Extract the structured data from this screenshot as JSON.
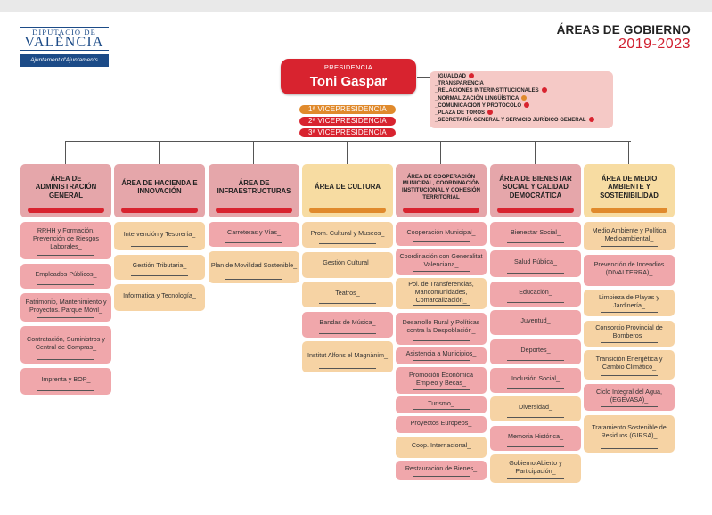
{
  "header": {
    "logo_line1": "DIPUTACIÓ DE",
    "logo_line2": "VALÈNCIA",
    "logo_line3": "Ajuntament d'Ajuntaments",
    "title": "ÁREAS DE GOBIERNO",
    "years": "2019-2023"
  },
  "presidency": {
    "label": "PRESIDENCIA",
    "name": "Toni Gaspar",
    "vice": [
      {
        "label": "1ª VICEPRESIDENCIA",
        "color": "#e08a2c"
      },
      {
        "label": "2ª VICEPRESIDENCIA",
        "color": "#d8232f"
      },
      {
        "label": "3ª VICEPRESIDENCIA",
        "color": "#d8232f"
      }
    ],
    "items": [
      {
        "label": "IGUALDAD",
        "color": "#d8232f"
      },
      {
        "label": "TRANSPARENCIA",
        "color": ""
      },
      {
        "label": "RELACIONES INTERINSTITUCIONALES",
        "color": "#d8232f"
      },
      {
        "label": "NORMALIZACIÓN LINGÜÍSTICA",
        "color": "#e08a2c"
      },
      {
        "label": "COMUNICACIÓN Y PROTOCOLO",
        "color": "#d8232f"
      },
      {
        "label": "PLAZA DE TOROS",
        "color": "#d8232f"
      },
      {
        "label": "SECRETARÍA GENERAL Y SERVICIO JURÍDICO GENERAL",
        "color": "#d8232f"
      }
    ]
  },
  "colors": {
    "red": "#d8232f",
    "orange": "#e08a2c",
    "pink_box": "#f0a7ab",
    "peach_box": "#f6d3a4",
    "header_pink": "#e5a6aa",
    "header_peach": "#f7dca2"
  },
  "areas": [
    {
      "label": "ÁREA DE ADMINISTRACIÓN GENERAL",
      "color": "red",
      "items": [
        {
          "label": "RRHH y Formación, Prevención de Riesgos Laborales",
          "color": "red"
        },
        {
          "label": "Empleados Públicos",
          "color": "red"
        },
        {
          "label": "Patrimonio, Mantenimiento y Proyectos. Parque Móvil",
          "color": "red"
        },
        {
          "label": "Contratación, Suministros y Central de Compras",
          "color": "red"
        },
        {
          "label": "Imprenta y BOP",
          "color": "red"
        }
      ]
    },
    {
      "label": "ÁREA DE HACIENDA E INNOVACIÓN",
      "color": "red",
      "items": [
        {
          "label": "Intervención y Tesorería",
          "color": "orange"
        },
        {
          "label": "Gestión Tributaria",
          "color": "orange"
        },
        {
          "label": "Informática y Tecnología",
          "color": "orange"
        }
      ]
    },
    {
      "label": "ÁREA DE INFRAESTRUCTURAS",
      "color": "red",
      "items": [
        {
          "label": "Carreteras y Vías",
          "color": "red"
        },
        {
          "label": "Plan de Movilidad Sostenible",
          "color": "orange"
        }
      ]
    },
    {
      "label": "ÁREA DE CULTURA",
      "color": "orange",
      "items": [
        {
          "label": "Prom. Cultural y Museos",
          "color": "orange"
        },
        {
          "label": "Gestión Cultural",
          "color": "orange"
        },
        {
          "label": "Teatros",
          "color": "orange"
        },
        {
          "label": "Bandas de Música",
          "color": "red"
        },
        {
          "label": "Institut Alfons el Magnànim",
          "color": "orange"
        }
      ]
    },
    {
      "label": "ÁREA DE COOPERACIÓN MUNICIPAL, COORDINACIÓN INSTITUCIONAL Y COHESIÓN TERRITORIAL",
      "color": "red",
      "items": [
        {
          "label": "Cooperación Municipal",
          "color": "red"
        },
        {
          "label": "Coordinación con Generalitat Valenciana",
          "color": "red"
        },
        {
          "label": "Pol. de Transferencias, Mancomunidades, Comarcalización",
          "color": "orange"
        },
        {
          "label": "Desarrollo Rural y Políticas contra la Despoblación",
          "color": "red"
        },
        {
          "label": "Asistencia a Municipios",
          "color": "red"
        },
        {
          "label": "Promoción Económica Empleo y Becas",
          "color": "red"
        },
        {
          "label": "Turismo",
          "color": "red"
        },
        {
          "label": "Proyectos Europeos",
          "color": "red"
        },
        {
          "label": "Coop. Internacional",
          "color": "orange"
        },
        {
          "label": "Restauración de Bienes",
          "color": "red"
        }
      ]
    },
    {
      "label": "ÁREA DE BIENESTAR SOCIAL Y CALIDAD DEMOCRÁTICA",
      "color": "red",
      "items": [
        {
          "label": "Bienestar Social",
          "color": "red"
        },
        {
          "label": "Salud Pública",
          "color": "red"
        },
        {
          "label": "Educación",
          "color": "red"
        },
        {
          "label": "Juventud",
          "color": "red"
        },
        {
          "label": "Deportes",
          "color": "red"
        },
        {
          "label": "Inclusión Social",
          "color": "red"
        },
        {
          "label": "Diversidad",
          "color": "orange"
        },
        {
          "label": "Memoria Histórica",
          "color": "red"
        },
        {
          "label": "Gobierno Abierto y Participación",
          "color": "orange"
        }
      ]
    },
    {
      "label": "ÁREA DE MEDIO AMBIENTE Y SOSTENIBILIDAD",
      "color": "orange",
      "items": [
        {
          "label": "Medio Ambiente y Política Medioambiental",
          "color": "orange"
        },
        {
          "label": "Prevención de Incendios (DIVALTERRA)",
          "color": "red"
        },
        {
          "label": "Limpieza de Playas y Jardinería",
          "color": "orange"
        },
        {
          "label": "Consorcio Provincial de Bomberos",
          "color": "orange"
        },
        {
          "label": "Transición Energética y Cambio Climático",
          "color": "orange"
        },
        {
          "label": "Ciclo Integral del Agua, (EGEVASA)",
          "color": "red"
        },
        {
          "label": "Tratamiento Sostenible de Residuos (GIRSA)",
          "color": "orange"
        }
      ]
    }
  ]
}
